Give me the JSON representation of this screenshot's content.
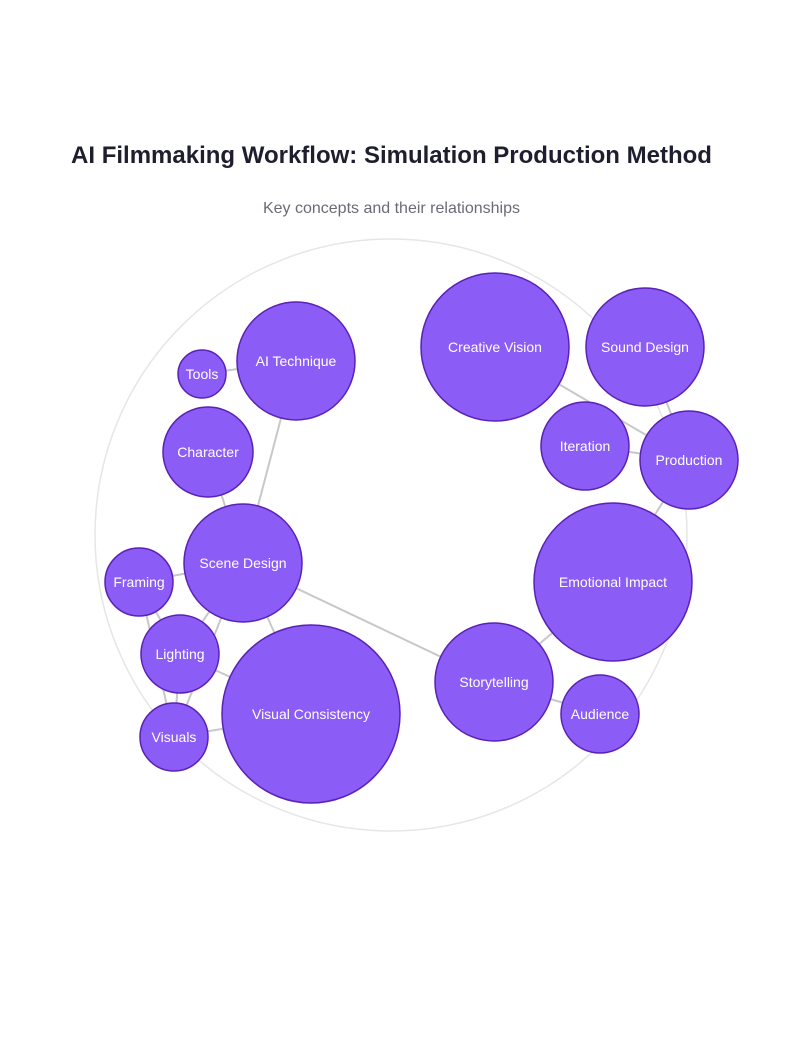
{
  "header": {
    "title": "AI Filmmaking Workflow: Simulation Production Method",
    "subtitle": "Key concepts and their relationships"
  },
  "colors": {
    "node_fill": "#8b5cf6",
    "node_stroke": "#5b21b6",
    "link": "#c8c8c8",
    "ring": "#e6e6e6"
  },
  "diagram": {
    "nodes": [
      {
        "id": "ai-technique",
        "label": "AI Technique"
      },
      {
        "id": "tools",
        "label": "Tools"
      },
      {
        "id": "character",
        "label": "Character"
      },
      {
        "id": "scene-design",
        "label": "Scene Design"
      },
      {
        "id": "framing",
        "label": "Framing"
      },
      {
        "id": "lighting",
        "label": "Lighting"
      },
      {
        "id": "visuals",
        "label": "Visuals"
      },
      {
        "id": "visual-consistency",
        "label": "Visual Consistency"
      },
      {
        "id": "storytelling",
        "label": "Storytelling"
      },
      {
        "id": "audience",
        "label": "Audience"
      },
      {
        "id": "emotional-impact",
        "label": "Emotional Impact"
      },
      {
        "id": "production",
        "label": "Production"
      },
      {
        "id": "iteration",
        "label": "Iteration"
      },
      {
        "id": "creative-vision",
        "label": "Creative Vision"
      },
      {
        "id": "sound-design",
        "label": "Sound Design"
      }
    ],
    "links": [
      {
        "source": "tools",
        "target": "ai-technique"
      },
      {
        "source": "ai-technique",
        "target": "scene-design"
      },
      {
        "source": "character",
        "target": "scene-design"
      },
      {
        "source": "scene-design",
        "target": "framing"
      },
      {
        "source": "scene-design",
        "target": "lighting"
      },
      {
        "source": "scene-design",
        "target": "visuals"
      },
      {
        "source": "scene-design",
        "target": "visual-consistency"
      },
      {
        "source": "scene-design",
        "target": "storytelling"
      },
      {
        "source": "framing",
        "target": "lighting"
      },
      {
        "source": "framing",
        "target": "visuals"
      },
      {
        "source": "lighting",
        "target": "visuals"
      },
      {
        "source": "lighting",
        "target": "visual-consistency"
      },
      {
        "source": "visuals",
        "target": "visual-consistency"
      },
      {
        "source": "storytelling",
        "target": "audience"
      },
      {
        "source": "storytelling",
        "target": "emotional-impact"
      },
      {
        "source": "emotional-impact",
        "target": "production"
      },
      {
        "source": "creative-vision",
        "target": "production"
      },
      {
        "source": "iteration",
        "target": "production"
      },
      {
        "source": "sound-design",
        "target": "production"
      }
    ]
  }
}
